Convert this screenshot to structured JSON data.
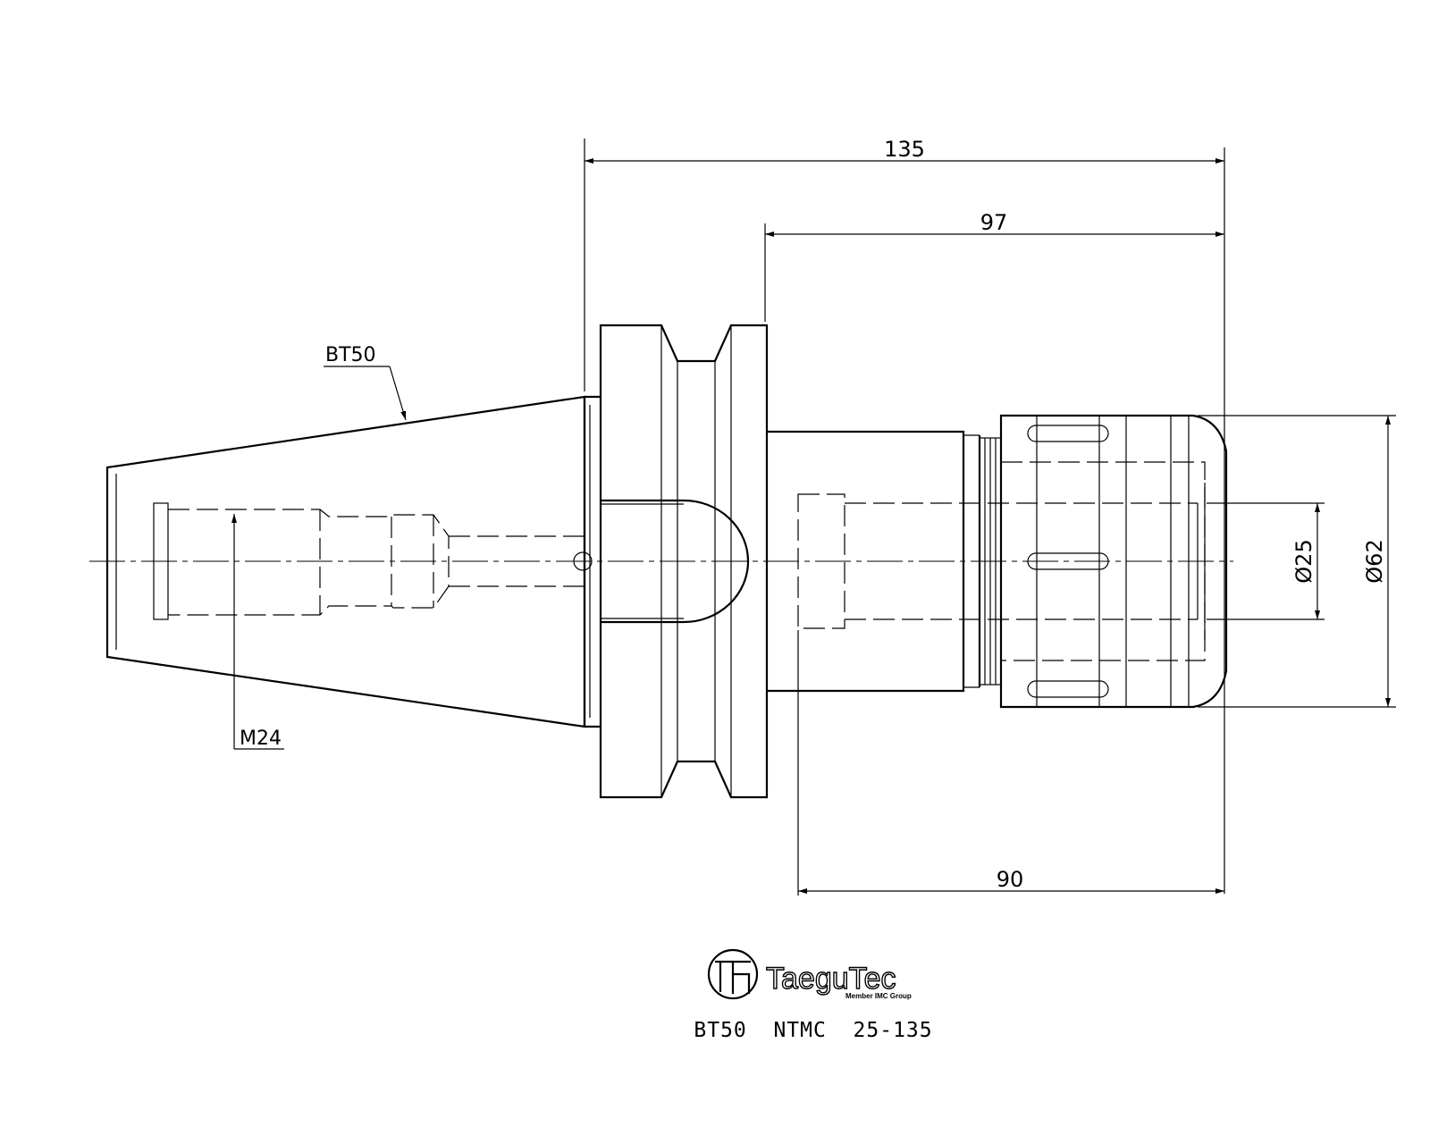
{
  "dimensions": {
    "overall_length": "135",
    "flange_to_end": "97",
    "clamp_length": "90",
    "bore_diameter": "Ø25",
    "body_diameter": "Ø62"
  },
  "labels": {
    "taper": "BT50",
    "thread": "M24"
  },
  "logo": {
    "brand": "TaeguTec",
    "tagline": "Member IMC Group"
  },
  "product_code": "BT50  NTMC  25-135"
}
